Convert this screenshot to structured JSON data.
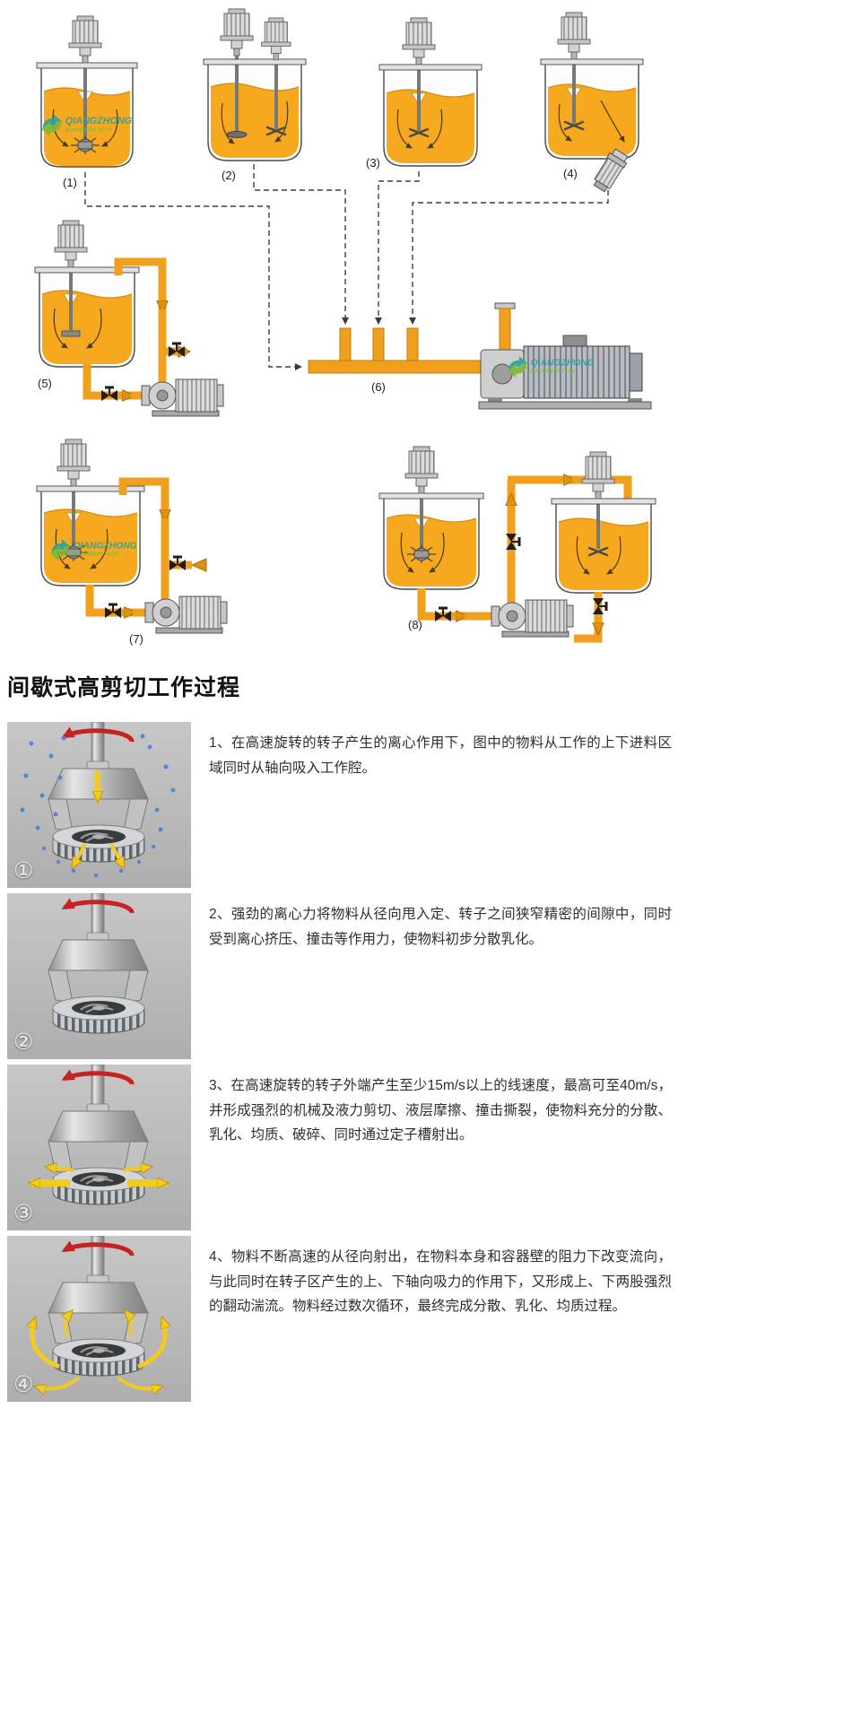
{
  "brand": {
    "name": "QIANGZHONG",
    "subtitle": "MACHINERY TECH",
    "primary_color": "#2aa29d",
    "secondary_color": "#7cb83b"
  },
  "diagrams": {
    "labels": [
      "(1)",
      "(2)",
      "(3)",
      "(4)",
      "(5)",
      "(6)",
      "(7)",
      "(8)"
    ],
    "pipe_color": "#f1a01e",
    "liquid_color": "#f6a81f"
  },
  "section": {
    "title": "间歇式高剪切工作过程"
  },
  "steps": [
    {
      "num": "①",
      "text": "1、在高速旋转的转子产生的离心作用下，图中的物料从工作的上下进料区域同时从轴向吸入工作腔。"
    },
    {
      "num": "②",
      "text": "2、强劲的离心力将物料从径向甩入定、转子之间狭窄精密的间隙中，同时受到离心挤压、撞击等作用力，使物料初步分散乳化。"
    },
    {
      "num": "③",
      "text": "3、在高速旋转的转子外端产生至少15m/s以上的线速度，最高可至40m/s，并形成强烈的机械及液力剪切、液层摩擦、撞击撕裂，使物料充分的分散、乳化、均质、破碎、同时通过定子槽射出。"
    },
    {
      "num": "④",
      "text": "4、物料不断高速的从径向射出，在物料本身和容器壁的阻力下改变流向，与此同时在转子区产生的上、下轴向吸力的作用下，又形成上、下两股强烈的翻动湍流。物料经过数次循环，最终完成分散、乳化、均质过程。"
    }
  ]
}
